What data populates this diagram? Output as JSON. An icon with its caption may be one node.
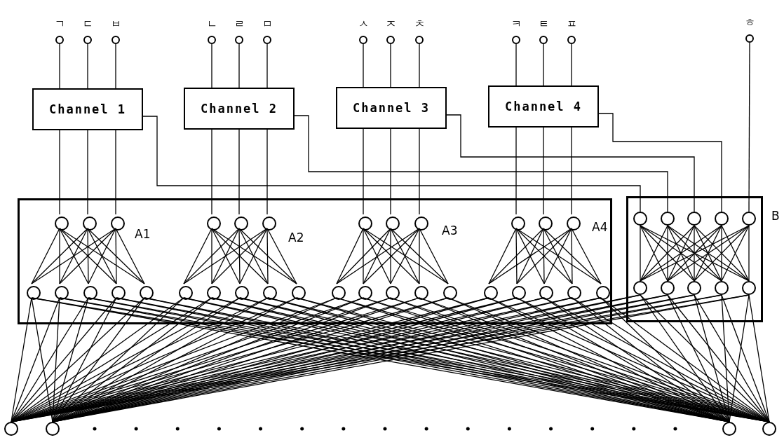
{
  "diagram": {
    "nodes": [
      {
        "text": [],
        "shape": "circle",
        "beside": [
          "ㄱ"
        ]
      },
      {
        "text": [],
        "shape": "circle",
        "beside": [
          "ㄷ"
        ]
      },
      {
        "text": [],
        "shape": "circle",
        "beside": [
          "ㅂ"
        ]
      },
      {
        "text": [],
        "shape": "circle",
        "beside": [
          "ㄴ"
        ]
      },
      {
        "text": [],
        "shape": "circle",
        "beside": [
          "ㄹ"
        ]
      },
      {
        "text": [],
        "shape": "circle",
        "beside": [
          "ㅁ"
        ]
      },
      {
        "text": [],
        "shape": "circle",
        "beside": [
          "ㅅ"
        ]
      },
      {
        "text": [],
        "shape": "circle",
        "beside": [
          "ㅈ"
        ]
      },
      {
        "text": [],
        "shape": "circle",
        "beside": [
          "ㅊ"
        ]
      },
      {
        "text": [],
        "shape": "circle",
        "beside": [
          "ㅋ"
        ]
      },
      {
        "text": [],
        "shape": "circle",
        "beside": [
          "ㅌ"
        ]
      },
      {
        "text": [],
        "shape": "circle",
        "beside": [
          "ㅍ"
        ]
      },
      {
        "text": [],
        "shape": "circle",
        "beside": [
          "ㅎ"
        ]
      },
      {
        "text": [
          "Channel 1"
        ]
      },
      {
        "text": [
          "Channel 2"
        ]
      },
      {
        "text": [
          "Channel 3"
        ]
      },
      {
        "text": [
          "Channel 4"
        ]
      },
      {
        "text": [],
        "shape": "box"
      },
      {
        "text": [
          "B"
        ]
      },
      {
        "text": [],
        "shape": "circle",
        "in": 17
      },
      {
        "text": [],
        "shape": "circle",
        "in": 17
      },
      {
        "text": [],
        "shape": "circle",
        "in": 17
      },
      {
        "text": [],
        "shape": "circle",
        "in": 17
      },
      {
        "text": [],
        "shape": "circle",
        "in": 17
      },
      {
        "text": [],
        "shape": "circle",
        "in": 17
      },
      {
        "text": [],
        "shape": "circle",
        "in": 17
      },
      {
        "text": [],
        "shape": "circle",
        "in": 17
      },
      {
        "text": [],
        "shape": "circle",
        "in": 17
      },
      {
        "text": [],
        "shape": "circle",
        "in": 17
      },
      {
        "text": [],
        "shape": "circle",
        "in": 17
      },
      {
        "text": [],
        "shape": "circle",
        "in": 17
      },
      {
        "text": [],
        "shape": "circle",
        "in": 17
      },
      {
        "text": [],
        "shape": "circle",
        "in": 17
      },
      {
        "text": [],
        "shape": "circle",
        "in": 17
      },
      {
        "text": [],
        "shape": "circle",
        "in": 17
      },
      {
        "text": [],
        "shape": "circle",
        "in": 17
      },
      {
        "text": [],
        "shape": "circle",
        "in": 17
      },
      {
        "text": [],
        "shape": "circle",
        "in": 17
      },
      {
        "text": [],
        "shape": "circle",
        "in": 17
      },
      {
        "text": [],
        "shape": "circle",
        "in": 17
      },
      {
        "text": [],
        "shape": "circle",
        "in": 17
      },
      {
        "text": [],
        "shape": "circle",
        "in": 17
      },
      {
        "text": [],
        "shape": "circle",
        "in": 17
      },
      {
        "text": [],
        "shape": "circle",
        "in": 17
      },
      {
        "text": [],
        "shape": "circle",
        "in": 17
      },
      {
        "text": [],
        "shape": "circle",
        "in": 17
      },
      {
        "text": [],
        "shape": "circle",
        "in": 17
      },
      {
        "text": [],
        "shape": "circle",
        "in": 17
      },
      {
        "text": [],
        "shape": "circle",
        "in": 17
      },
      {
        "text": [],
        "shape": "circle",
        "in": 17
      },
      {
        "text": [],
        "shape": "circle",
        "in": 17
      },
      {
        "text": [],
        "shape": "circle",
        "in": 18
      },
      {
        "text": [],
        "shape": "circle",
        "in": 18
      },
      {
        "text": [],
        "shape": "circle",
        "in": 18
      },
      {
        "text": [],
        "shape": "circle",
        "in": 18
      },
      {
        "text": [],
        "shape": "circle",
        "in": 18
      },
      {
        "text": [],
        "shape": "circle",
        "in": 18
      },
      {
        "text": [],
        "shape": "circle",
        "in": 18
      },
      {
        "text": [],
        "shape": "circle",
        "in": 18
      },
      {
        "text": [],
        "shape": "circle",
        "in": 18
      },
      {
        "text": [],
        "shape": "circle",
        "in": 18
      },
      {
        "text": [],
        "shape": "circle"
      },
      {
        "text": [],
        "shape": "circle"
      },
      {
        "text": [],
        "shape": "circle"
      },
      {
        "text": [],
        "shape": "circle"
      }
    ],
    "edges": [
      {
        "from": 0,
        "to": 13,
        "arrow": "none"
      },
      {
        "from": 1,
        "to": 13,
        "arrow": "none"
      },
      {
        "from": 2,
        "to": 13,
        "arrow": "none"
      },
      {
        "from": 3,
        "to": 14,
        "arrow": "none"
      },
      {
        "from": 4,
        "to": 14,
        "arrow": "none"
      },
      {
        "from": 5,
        "to": 14,
        "arrow": "none"
      },
      {
        "from": 6,
        "to": 15,
        "arrow": "none"
      },
      {
        "from": 7,
        "to": 15,
        "arrow": "none"
      },
      {
        "from": 8,
        "to": 15,
        "arrow": "none"
      },
      {
        "from": 9,
        "to": 16,
        "arrow": "none"
      },
      {
        "from": 10,
        "to": 16,
        "arrow": "none"
      },
      {
        "from": 11,
        "to": 16,
        "arrow": "none"
      },
      {
        "from": 13,
        "to": 19,
        "arrow": "none"
      },
      {
        "from": 13,
        "to": 20,
        "arrow": "none"
      },
      {
        "from": 13,
        "to": 21,
        "arrow": "none"
      },
      {
        "from": 14,
        "to": 22,
        "arrow": "none"
      },
      {
        "from": 14,
        "to": 23,
        "arrow": "none"
      },
      {
        "from": 14,
        "to": 24,
        "arrow": "none"
      },
      {
        "from": 15,
        "to": 25,
        "arrow": "none"
      },
      {
        "from": 15,
        "to": 26,
        "arrow": "none"
      },
      {
        "from": 15,
        "to": 27,
        "arrow": "none"
      },
      {
        "from": 16,
        "to": 28,
        "arrow": "none"
      },
      {
        "from": 16,
        "to": 29,
        "arrow": "none"
      },
      {
        "from": 16,
        "to": 30,
        "arrow": "none"
      },
      {
        "from": 13,
        "to": 51,
        "arrow": "none"
      },
      {
        "from": 14,
        "to": 52,
        "arrow": "none"
      },
      {
        "from": 15,
        "to": 53,
        "arrow": "none"
      },
      {
        "from": 16,
        "to": 54,
        "arrow": "none"
      },
      {
        "from": 12,
        "to": 55,
        "arrow": "none"
      },
      {
        "from": 19,
        "to": 31,
        "arrow": "none"
      },
      {
        "from": 19,
        "to": 32,
        "arrow": "none"
      },
      {
        "from": 19,
        "to": 33,
        "arrow": "none"
      },
      {
        "from": 19,
        "to": 34,
        "arrow": "none"
      },
      {
        "from": 19,
        "to": 35,
        "arrow": "none"
      },
      {
        "from": 20,
        "to": 31,
        "arrow": "none"
      },
      {
        "from": 20,
        "to": 32,
        "arrow": "none"
      },
      {
        "from": 20,
        "to": 33,
        "arrow": "none"
      },
      {
        "from": 20,
        "to": 34,
        "arrow": "none"
      },
      {
        "from": 20,
        "to": 35,
        "arrow": "none"
      },
      {
        "from": 21,
        "to": 31,
        "arrow": "none"
      },
      {
        "from": 21,
        "to": 32,
        "arrow": "none"
      },
      {
        "from": 21,
        "to": 33,
        "arrow": "none"
      },
      {
        "from": 21,
        "to": 34,
        "arrow": "none"
      },
      {
        "from": 21,
        "to": 35,
        "arrow": "none"
      },
      {
        "from": 22,
        "to": 36,
        "arrow": "none"
      },
      {
        "from": 22,
        "to": 37,
        "arrow": "none"
      },
      {
        "from": 22,
        "to": 38,
        "arrow": "none"
      },
      {
        "from": 22,
        "to": 39,
        "arrow": "none"
      },
      {
        "from": 22,
        "to": 40,
        "arrow": "none"
      },
      {
        "from": 23,
        "to": 36,
        "arrow": "none"
      },
      {
        "from": 23,
        "to": 37,
        "arrow": "none"
      },
      {
        "from": 23,
        "to": 38,
        "arrow": "none"
      },
      {
        "from": 23,
        "to": 39,
        "arrow": "none"
      },
      {
        "from": 23,
        "to": 40,
        "arrow": "none"
      },
      {
        "from": 24,
        "to": 36,
        "arrow": "none"
      },
      {
        "from": 24,
        "to": 37,
        "arrow": "none"
      },
      {
        "from": 24,
        "to": 38,
        "arrow": "none"
      },
      {
        "from": 24,
        "to": 39,
        "arrow": "none"
      },
      {
        "from": 24,
        "to": 40,
        "arrow": "none"
      },
      {
        "from": 25,
        "to": 41,
        "arrow": "none"
      },
      {
        "from": 25,
        "to": 42,
        "arrow": "none"
      },
      {
        "from": 25,
        "to": 43,
        "arrow": "none"
      },
      {
        "from": 25,
        "to": 44,
        "arrow": "none"
      },
      {
        "from": 25,
        "to": 45,
        "arrow": "none"
      },
      {
        "from": 26,
        "to": 41,
        "arrow": "none"
      },
      {
        "from": 26,
        "to": 42,
        "arrow": "none"
      },
      {
        "from": 26,
        "to": 43,
        "arrow": "none"
      },
      {
        "from": 26,
        "to": 44,
        "arrow": "none"
      },
      {
        "from": 26,
        "to": 45,
        "arrow": "none"
      },
      {
        "from": 27,
        "to": 41,
        "arrow": "none"
      },
      {
        "from": 27,
        "to": 42,
        "arrow": "none"
      },
      {
        "from": 27,
        "to": 43,
        "arrow": "none"
      },
      {
        "from": 27,
        "to": 44,
        "arrow": "none"
      },
      {
        "from": 27,
        "to": 45,
        "arrow": "none"
      },
      {
        "from": 28,
        "to": 46,
        "arrow": "none"
      },
      {
        "from": 28,
        "to": 47,
        "arrow": "none"
      },
      {
        "from": 28,
        "to": 48,
        "arrow": "none"
      },
      {
        "from": 28,
        "to": 49,
        "arrow": "none"
      },
      {
        "from": 28,
        "to": 50,
        "arrow": "none"
      },
      {
        "from": 29,
        "to": 46,
        "arrow": "none"
      },
      {
        "from": 29,
        "to": 47,
        "arrow": "none"
      },
      {
        "from": 29,
        "to": 48,
        "arrow": "none"
      },
      {
        "from": 29,
        "to": 49,
        "arrow": "none"
      },
      {
        "from": 29,
        "to": 50,
        "arrow": "none"
      },
      {
        "from": 30,
        "to": 46,
        "arrow": "none"
      },
      {
        "from": 30,
        "to": 47,
        "arrow": "none"
      },
      {
        "from": 30,
        "to": 48,
        "arrow": "none"
      },
      {
        "from": 30,
        "to": 49,
        "arrow": "none"
      },
      {
        "from": 30,
        "to": 50,
        "arrow": "none"
      },
      {
        "from": 51,
        "to": 56,
        "arrow": "none"
      },
      {
        "from": 51,
        "to": 57,
        "arrow": "none"
      },
      {
        "from": 51,
        "to": 58,
        "arrow": "none"
      },
      {
        "from": 51,
        "to": 59,
        "arrow": "none"
      },
      {
        "from": 51,
        "to": 60,
        "arrow": "none"
      },
      {
        "from": 52,
        "to": 56,
        "arrow": "none"
      },
      {
        "from": 52,
        "to": 57,
        "arrow": "none"
      },
      {
        "from": 52,
        "to": 58,
        "arrow": "none"
      },
      {
        "from": 52,
        "to": 59,
        "arrow": "none"
      },
      {
        "from": 52,
        "to": 60,
        "arrow": "none"
      },
      {
        "from": 53,
        "to": 56,
        "arrow": "none"
      },
      {
        "from": 53,
        "to": 57,
        "arrow": "none"
      },
      {
        "from": 53,
        "to": 58,
        "arrow": "none"
      },
      {
        "from": 53,
        "to": 59,
        "arrow": "none"
      },
      {
        "from": 53,
        "to": 60,
        "arrow": "none"
      },
      {
        "from": 54,
        "to": 56,
        "arrow": "none"
      },
      {
        "from": 54,
        "to": 57,
        "arrow": "none"
      },
      {
        "from": 54,
        "to": 58,
        "arrow": "none"
      },
      {
        "from": 54,
        "to": 59,
        "arrow": "none"
      },
      {
        "from": 54,
        "to": 60,
        "arrow": "none"
      },
      {
        "from": 55,
        "to": 56,
        "arrow": "none"
      },
      {
        "from": 55,
        "to": 57,
        "arrow": "none"
      },
      {
        "from": 55,
        "to": 58,
        "arrow": "none"
      },
      {
        "from": 55,
        "to": 59,
        "arrow": "none"
      },
      {
        "from": 55,
        "to": 60,
        "arrow": "none"
      },
      {
        "from": 31,
        "to": 61,
        "arrow": "none"
      },
      {
        "from": 31,
        "to": 62,
        "arrow": "none"
      },
      {
        "from": 31,
        "to": 63,
        "arrow": "none"
      },
      {
        "from": 31,
        "to": 64,
        "arrow": "none"
      },
      {
        "from": 32,
        "to": 61,
        "arrow": "none"
      },
      {
        "from": 32,
        "to": 62,
        "arrow": "none"
      },
      {
        "from": 32,
        "to": 63,
        "arrow": "none"
      },
      {
        "from": 32,
        "to": 64,
        "arrow": "none"
      },
      {
        "from": 33,
        "to": 61,
        "arrow": "none"
      },
      {
        "from": 33,
        "to": 62,
        "arrow": "none"
      },
      {
        "from": 33,
        "to": 63,
        "arrow": "none"
      },
      {
        "from": 33,
        "to": 64,
        "arrow": "none"
      },
      {
        "from": 34,
        "to": 61,
        "arrow": "none"
      },
      {
        "from": 34,
        "to": 62,
        "arrow": "none"
      },
      {
        "from": 34,
        "to": 63,
        "arrow": "none"
      },
      {
        "from": 34,
        "to": 64,
        "arrow": "none"
      },
      {
        "from": 35,
        "to": 61,
        "arrow": "none"
      },
      {
        "from": 35,
        "to": 62,
        "arrow": "none"
      },
      {
        "from": 35,
        "to": 63,
        "arrow": "none"
      },
      {
        "from": 35,
        "to": 64,
        "arrow": "none"
      },
      {
        "from": 36,
        "to": 61,
        "arrow": "none"
      },
      {
        "from": 36,
        "to": 62,
        "arrow": "none"
      },
      {
        "from": 36,
        "to": 63,
        "arrow": "none"
      },
      {
        "from": 36,
        "to": 64,
        "arrow": "none"
      },
      {
        "from": 37,
        "to": 61,
        "arrow": "none"
      },
      {
        "from": 37,
        "to": 62,
        "arrow": "none"
      },
      {
        "from": 37,
        "to": 63,
        "arrow": "none"
      },
      {
        "from": 37,
        "to": 64,
        "arrow": "none"
      },
      {
        "from": 38,
        "to": 61,
        "arrow": "none"
      },
      {
        "from": 38,
        "to": 62,
        "arrow": "none"
      },
      {
        "from": 38,
        "to": 63,
        "arrow": "none"
      },
      {
        "from": 38,
        "to": 64,
        "arrow": "none"
      },
      {
        "from": 39,
        "to": 61,
        "arrow": "none"
      },
      {
        "from": 39,
        "to": 62,
        "arrow": "none"
      },
      {
        "from": 39,
        "to": 63,
        "arrow": "none"
      },
      {
        "from": 39,
        "to": 64,
        "arrow": "none"
      },
      {
        "from": 40,
        "to": 61,
        "arrow": "none"
      },
      {
        "from": 40,
        "to": 62,
        "arrow": "none"
      },
      {
        "from": 40,
        "to": 63,
        "arrow": "none"
      },
      {
        "from": 40,
        "to": 64,
        "arrow": "none"
      },
      {
        "from": 41,
        "to": 61,
        "arrow": "none"
      },
      {
        "from": 41,
        "to": 62,
        "arrow": "none"
      },
      {
        "from": 41,
        "to": 63,
        "arrow": "none"
      },
      {
        "from": 41,
        "to": 64,
        "arrow": "none"
      },
      {
        "from": 42,
        "to": 61,
        "arrow": "none"
      },
      {
        "from": 42,
        "to": 62,
        "arrow": "none"
      },
      {
        "from": 42,
        "to": 63,
        "arrow": "none"
      },
      {
        "from": 42,
        "to": 64,
        "arrow": "none"
      },
      {
        "from": 43,
        "to": 61,
        "arrow": "none"
      },
      {
        "from": 43,
        "to": 62,
        "arrow": "none"
      },
      {
        "from": 43,
        "to": 63,
        "arrow": "none"
      },
      {
        "from": 43,
        "to": 64,
        "arrow": "none"
      },
      {
        "from": 44,
        "to": 61,
        "arrow": "none"
      },
      {
        "from": 44,
        "to": 62,
        "arrow": "none"
      },
      {
        "from": 44,
        "to": 63,
        "arrow": "none"
      },
      {
        "from": 44,
        "to": 64,
        "arrow": "none"
      },
      {
        "from": 45,
        "to": 61,
        "arrow": "none"
      },
      {
        "from": 45,
        "to": 62,
        "arrow": "none"
      },
      {
        "from": 45,
        "to": 63,
        "arrow": "none"
      },
      {
        "from": 45,
        "to": 64,
        "arrow": "none"
      },
      {
        "from": 46,
        "to": 61,
        "arrow": "none"
      },
      {
        "from": 46,
        "to": 62,
        "arrow": "none"
      },
      {
        "from": 46,
        "to": 63,
        "arrow": "none"
      },
      {
        "from": 46,
        "to": 64,
        "arrow": "none"
      },
      {
        "from": 47,
        "to": 61,
        "arrow": "none"
      },
      {
        "from": 47,
        "to": 62,
        "arrow": "none"
      },
      {
        "from": 47,
        "to": 63,
        "arrow": "none"
      },
      {
        "from": 47,
        "to": 64,
        "arrow": "none"
      },
      {
        "from": 48,
        "to": 61,
        "arrow": "none"
      },
      {
        "from": 48,
        "to": 62,
        "arrow": "none"
      },
      {
        "from": 48,
        "to": 63,
        "arrow": "none"
      },
      {
        "from": 48,
        "to": 64,
        "arrow": "none"
      },
      {
        "from": 49,
        "to": 61,
        "arrow": "none"
      },
      {
        "from": 49,
        "to": 62,
        "arrow": "none"
      },
      {
        "from": 49,
        "to": 63,
        "arrow": "none"
      },
      {
        "from": 49,
        "to": 64,
        "arrow": "none"
      },
      {
        "from": 50,
        "to": 61,
        "arrow": "none"
      },
      {
        "from": 50,
        "to": 62,
        "arrow": "none"
      },
      {
        "from": 50,
        "to": 63,
        "arrow": "none"
      },
      {
        "from": 50,
        "to": 64,
        "arrow": "none"
      },
      {
        "from": 56,
        "to": 61,
        "arrow": "none"
      },
      {
        "from": 56,
        "to": 62,
        "arrow": "none"
      },
      {
        "from": 56,
        "to": 63,
        "arrow": "none"
      },
      {
        "from": 56,
        "to": 64,
        "arrow": "none"
      },
      {
        "from": 57,
        "to": 61,
        "arrow": "none"
      },
      {
        "from": 57,
        "to": 62,
        "arrow": "none"
      },
      {
        "from": 57,
        "to": 63,
        "arrow": "none"
      },
      {
        "from": 57,
        "to": 64,
        "arrow": "none"
      },
      {
        "from": 58,
        "to": 61,
        "arrow": "none"
      },
      {
        "from": 58,
        "to": 62,
        "arrow": "none"
      },
      {
        "from": 58,
        "to": 63,
        "arrow": "none"
      },
      {
        "from": 58,
        "to": 64,
        "arrow": "none"
      },
      {
        "from": 59,
        "to": 61,
        "arrow": "none"
      },
      {
        "from": 59,
        "to": 62,
        "arrow": "none"
      },
      {
        "from": 59,
        "to": 63,
        "arrow": "none"
      },
      {
        "from": 59,
        "to": 64,
        "arrow": "none"
      },
      {
        "from": 60,
        "to": 61,
        "arrow": "none"
      },
      {
        "from": 60,
        "to": 62,
        "arrow": "none"
      },
      {
        "from": 60,
        "to": 63,
        "arrow": "none"
      },
      {
        "from": 60,
        "to": 64,
        "arrow": "none"
      }
    ],
    "labels": [
      "A1",
      "A2",
      "A3",
      "A4"
    ]
  }
}
